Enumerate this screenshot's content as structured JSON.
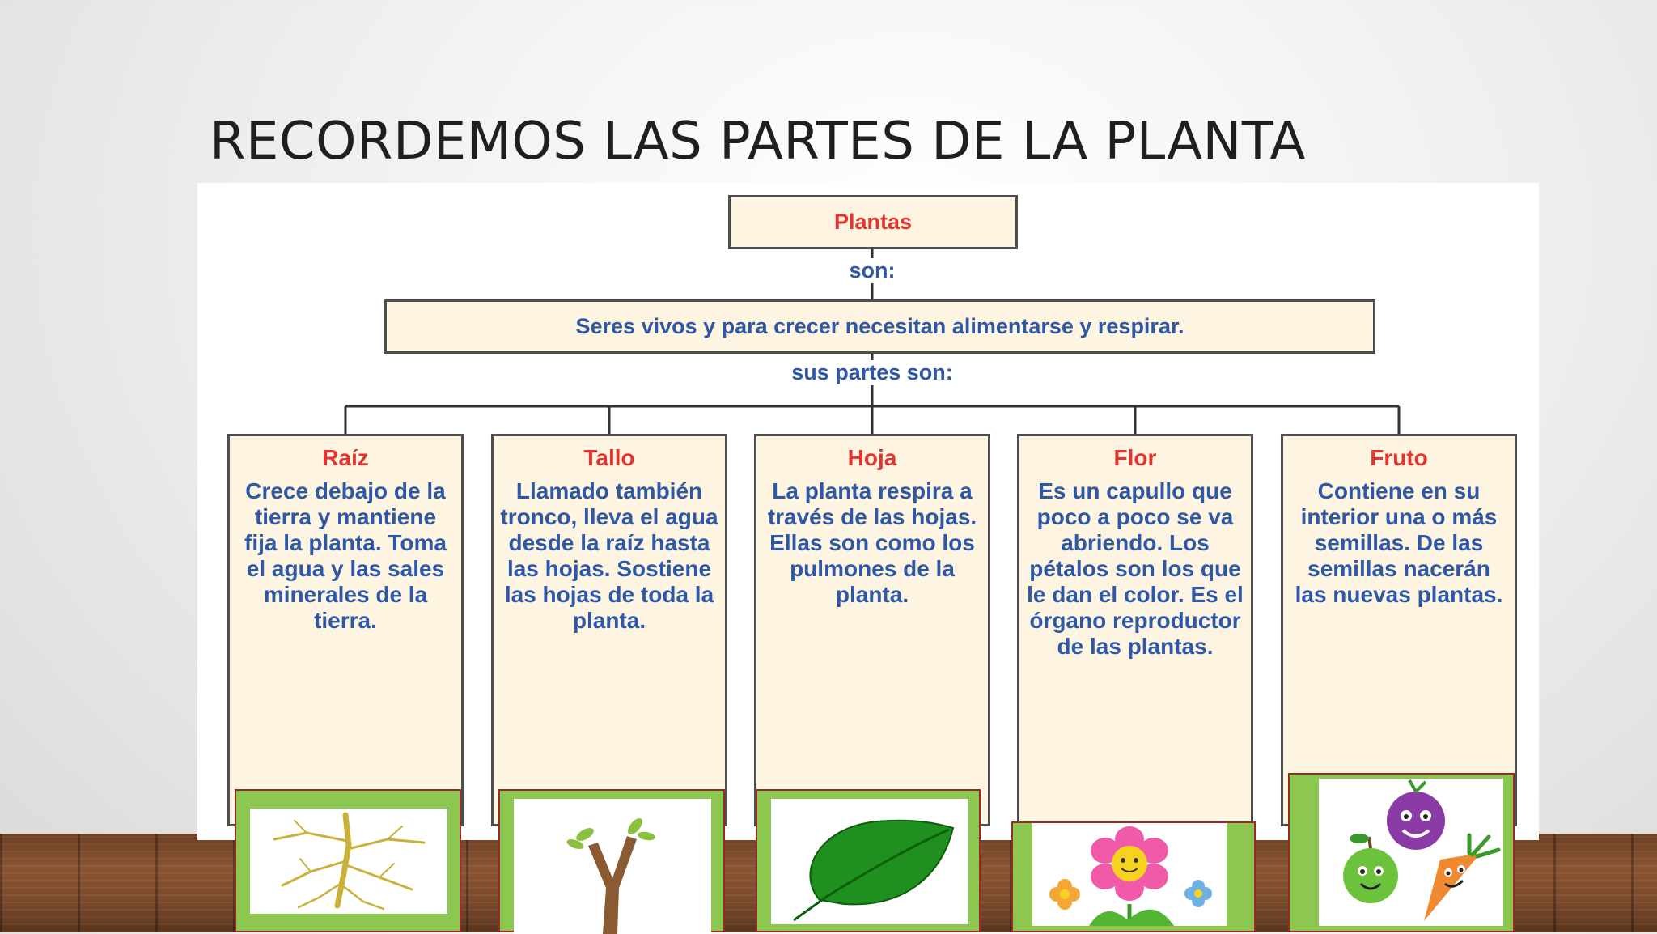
{
  "title": "RECORDEMOS LAS PARTES DE LA PLANTA",
  "diagram": {
    "root": "Plantas",
    "link1": "son:",
    "definition": "Seres vivos y para crecer necesitan alimentarse y respirar.",
    "link2": "sus partes son:",
    "parts": [
      {
        "name": "Raíz",
        "description": "Crece debajo de la tierra y mantiene fija la planta. Toma el agua y las sales minerales de la tierra.",
        "image": "roots-icon"
      },
      {
        "name": "Tallo",
        "description": "Llamado también tronco, lleva el agua desde la raíz hasta las hojas. Sostiene las hojas de toda la planta.",
        "image": "stem-icon"
      },
      {
        "name": "Hoja",
        "description": "La planta respira a través de las hojas. Ellas son como los pulmones de la planta.",
        "image": "leaf-icon"
      },
      {
        "name": "Flor",
        "description": "Es un capullo que poco a poco se va abriendo. Los pétalos son los que le dan el color. Es el órgano reproductor de las plantas.",
        "image": "flower-icon"
      },
      {
        "name": "Fruto",
        "description": "Contiene en su interior una o más semillas. De las semillas nacerán las nuevas plantas.",
        "image": "fruits-icon"
      }
    ]
  },
  "colors": {
    "box_fill": "#fdf5e2",
    "heading_red": "#e2352f",
    "text_blue": "#2e58a6",
    "frame_green": "#8cc850"
  }
}
